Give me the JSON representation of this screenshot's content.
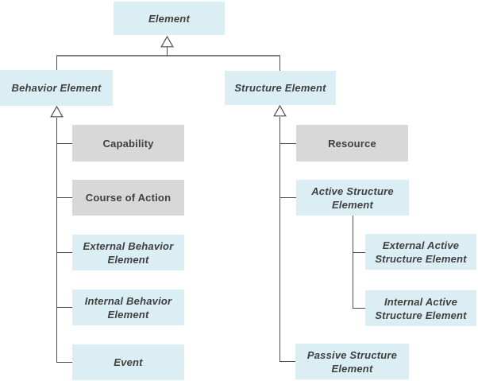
{
  "diagram": {
    "colors": {
      "abstract_fill": "#daeef3",
      "concrete_fill": "#d8d8d8",
      "text": "#404040",
      "connector": "#4d4d4d",
      "tee_connector": "#808080",
      "arrow_fill": "#ffffff"
    },
    "nodes": {
      "element": {
        "label": "Element",
        "style": "abstract"
      },
      "behavior": {
        "label": "Behavior Element",
        "style": "abstract"
      },
      "structure": {
        "label": "Structure Element",
        "style": "abstract"
      },
      "capability": {
        "label": "Capability",
        "style": "concrete"
      },
      "course_of_action": {
        "label": "Course of Action",
        "style": "concrete"
      },
      "external_behavior": {
        "label": "External Behavior Element",
        "style": "abstract"
      },
      "internal_behavior": {
        "label": "Internal Behavior Element",
        "style": "abstract"
      },
      "event": {
        "label": "Event",
        "style": "abstract"
      },
      "resource": {
        "label": "Resource",
        "style": "concrete"
      },
      "active_structure": {
        "label": "Active Structure Element",
        "style": "abstract"
      },
      "external_active": {
        "label": "External Active Structure Element",
        "style": "abstract"
      },
      "internal_active": {
        "label": "Internal Active Structure Element",
        "style": "abstract"
      },
      "passive_structure": {
        "label": "Passive Structure Element",
        "style": "abstract"
      }
    },
    "relations": [
      {
        "from": "Behavior Element",
        "to": "Element",
        "type": "generalization"
      },
      {
        "from": "Structure Element",
        "to": "Element",
        "type": "generalization"
      },
      {
        "from": "Capability",
        "to": "Behavior Element",
        "type": "generalization"
      },
      {
        "from": "Course of Action",
        "to": "Behavior Element",
        "type": "generalization"
      },
      {
        "from": "External Behavior Element",
        "to": "Behavior Element",
        "type": "generalization"
      },
      {
        "from": "Internal Behavior Element",
        "to": "Behavior Element",
        "type": "generalization"
      },
      {
        "from": "Event",
        "to": "Behavior Element",
        "type": "generalization"
      },
      {
        "from": "Resource",
        "to": "Structure Element",
        "type": "generalization"
      },
      {
        "from": "Active Structure Element",
        "to": "Structure Element",
        "type": "generalization"
      },
      {
        "from": "Passive Structure Element",
        "to": "Structure Element",
        "type": "generalization"
      },
      {
        "from": "External Active Structure Element",
        "to": "Active Structure Element",
        "type": "generalization"
      },
      {
        "from": "Internal Active Structure Element",
        "to": "Active Structure Element",
        "type": "generalization"
      }
    ]
  }
}
